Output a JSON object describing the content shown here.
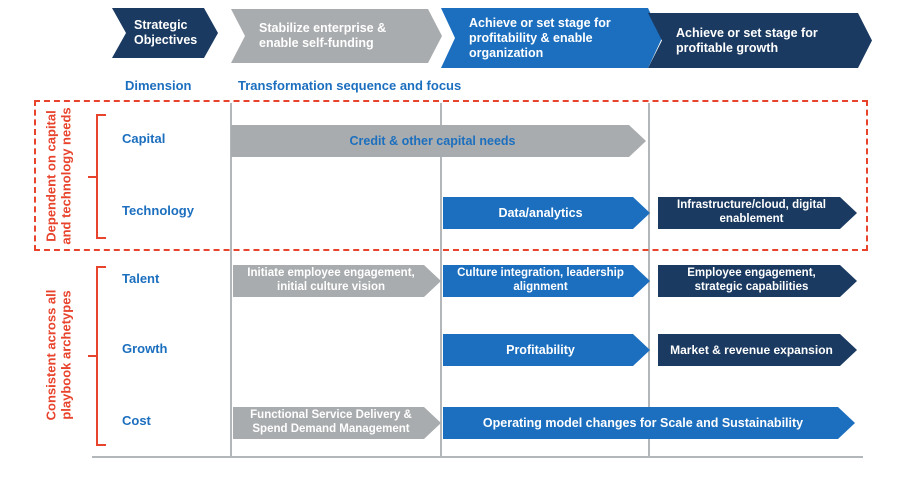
{
  "palette": {
    "navy": "#1B3A61",
    "blue": "#1C6FBF",
    "gray": "#A9ACAE",
    "red": "#E8432C",
    "line": "#B4B7B9"
  },
  "header": {
    "chevrons": [
      {
        "label": [
          "Strategic",
          "Objectives"
        ],
        "style": "navy"
      },
      {
        "label": [
          "Stabilize enterprise &",
          "enable  self-funding"
        ],
        "style": "gray"
      },
      {
        "label": [
          "Achieve or set stage for",
          "profitability & enable",
          "organization"
        ],
        "style": "blue"
      },
      {
        "label": [
          "Achieve or set stage for",
          "profitable growth"
        ],
        "style": "navy"
      }
    ],
    "dimension_label": "Dimension",
    "sequence_label": "Transformation sequence and focus"
  },
  "groups": [
    {
      "side_label": [
        "Dependent on capital",
        "and technology needs"
      ]
    },
    {
      "side_label": [
        "Consistent across all",
        "playbook archetypes"
      ]
    }
  ],
  "rows": [
    {
      "label": "Capital",
      "arrows": [
        {
          "text": "Credit & other capital needs",
          "style": "gray"
        }
      ]
    },
    {
      "label": "Technology",
      "arrows": [
        {
          "text": "Data/analytics",
          "style": "blue"
        },
        {
          "text": [
            "Infrastructure/cloud, digital",
            "enablement"
          ],
          "style": "navy"
        }
      ]
    },
    {
      "label": "Talent",
      "arrows": [
        {
          "text": [
            "Initiate employee engagement,",
            "initial culture vision"
          ],
          "style": "gray"
        },
        {
          "text": [
            "Culture integration, leadership",
            "alignment"
          ],
          "style": "blue"
        },
        {
          "text": [
            "Employee engagement,",
            "strategic capabilities"
          ],
          "style": "navy"
        }
      ]
    },
    {
      "label": "Growth",
      "arrows": [
        {
          "text": "Profitability",
          "style": "blue"
        },
        {
          "text": "Market & revenue expansion",
          "style": "navy"
        }
      ]
    },
    {
      "label": "Cost",
      "arrows": [
        {
          "text": [
            "Functional Service Delivery &",
            "Spend Demand Management"
          ],
          "style": "gray"
        },
        {
          "text": "Operating model changes for Scale and Sustainability",
          "style": "blue"
        }
      ]
    }
  ]
}
